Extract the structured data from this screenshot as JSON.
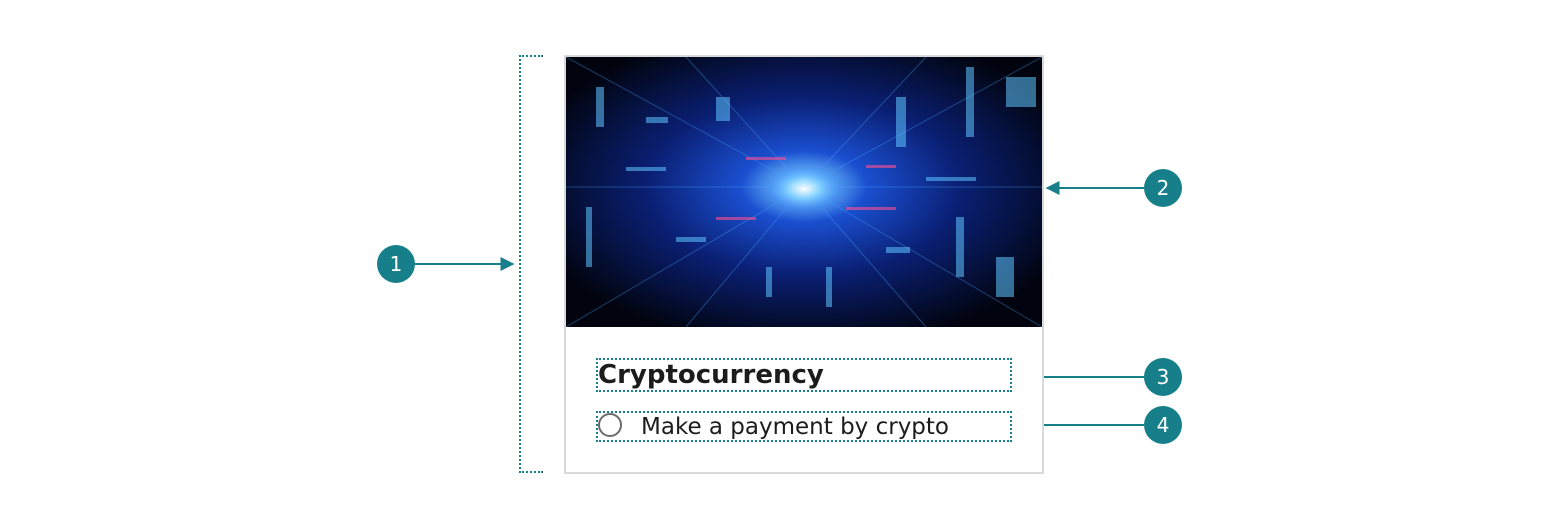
{
  "card": {
    "title": "Cryptocurrency",
    "option_label": "Make a payment by crypto",
    "option_selected": false,
    "image_icon": "digital-tunnel-image"
  },
  "callouts": [
    {
      "number": "1",
      "target": "card-container"
    },
    {
      "number": "2",
      "target": "card-image"
    },
    {
      "number": "3",
      "target": "card-title"
    },
    {
      "number": "4",
      "target": "radio-option"
    }
  ],
  "colors": {
    "accent": "#167f89",
    "card_border": "#d9d9d9",
    "text": "#1c1c1c"
  }
}
